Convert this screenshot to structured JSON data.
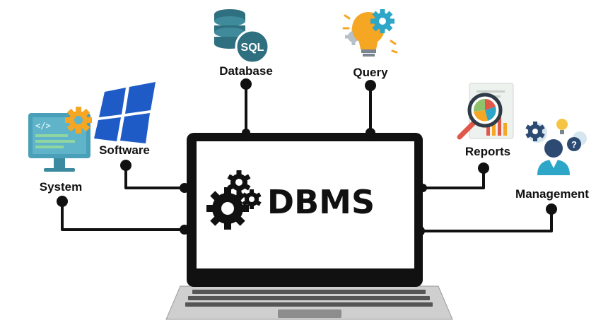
{
  "center": {
    "title": "DBMS",
    "icon": "gears-icon"
  },
  "nodes": [
    {
      "id": "system",
      "label": "System",
      "icon": "monitor-code-gear-icon"
    },
    {
      "id": "software",
      "label": "Software",
      "icon": "windows-logo-icon"
    },
    {
      "id": "database",
      "label": "Database",
      "icon": "sql-database-icon",
      "badge": "SQL"
    },
    {
      "id": "query",
      "label": "Query",
      "icon": "lightbulb-gears-icon"
    },
    {
      "id": "reports",
      "label": "Reports",
      "icon": "magnifier-report-icon"
    },
    {
      "id": "management",
      "label": "Management",
      "icon": "manager-person-icon"
    }
  ],
  "colors": {
    "outline": "#111111",
    "screen": "#ffffff",
    "keyboard": "#cfcfcf",
    "windows_blue": "#1e5bc6",
    "sql_teal": "#2e6f80",
    "gear_yellow": "#f5a623",
    "monitor_teal": "#3c8aa0"
  }
}
